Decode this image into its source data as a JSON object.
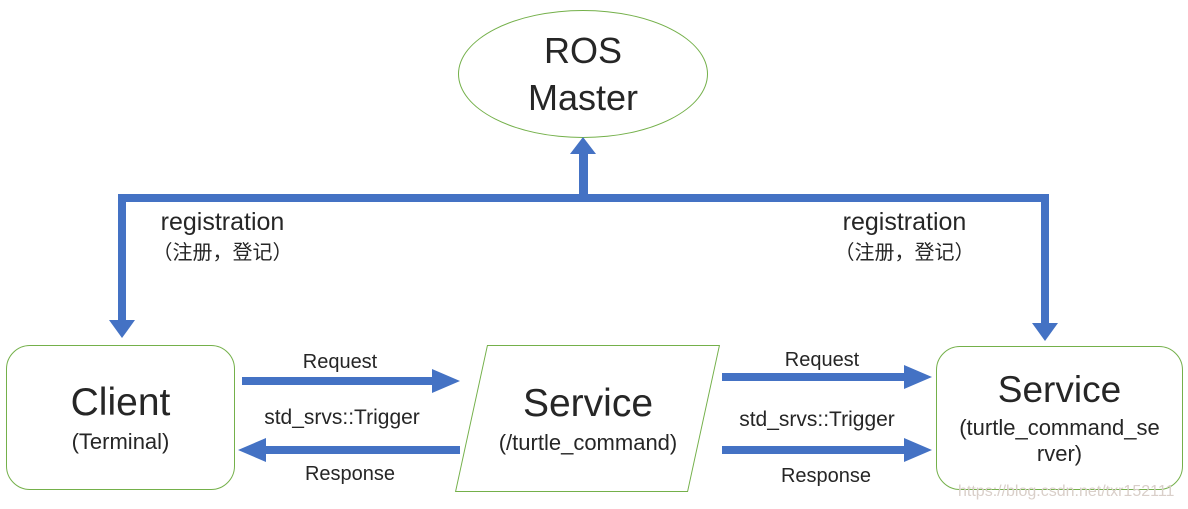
{
  "colors": {
    "arrow": "#4472c4",
    "shape": "#74b04a",
    "text": "#262626",
    "watermark": "#d9cfc9"
  },
  "master": {
    "line1": "ROS",
    "line2": "Master"
  },
  "client": {
    "title": "Client",
    "subtitle": "(Terminal)"
  },
  "service": {
    "title": "Service",
    "subtitle": "(/turtle_command)"
  },
  "server": {
    "title": "Service",
    "subtitle": "(turtle_command_server)"
  },
  "registration_left": {
    "en": "registration",
    "cn": "（注册，登记）"
  },
  "registration_right": {
    "en": "registration",
    "cn": "（注册，登记）"
  },
  "client_service_link": {
    "request": "Request",
    "srv_type": "std_srvs::Trigger",
    "response": "Response"
  },
  "service_server_link": {
    "request": "Request",
    "srv_type": "std_srvs::Trigger",
    "response": "Response"
  },
  "watermark": "https://blog.csdn.net/txr152111"
}
